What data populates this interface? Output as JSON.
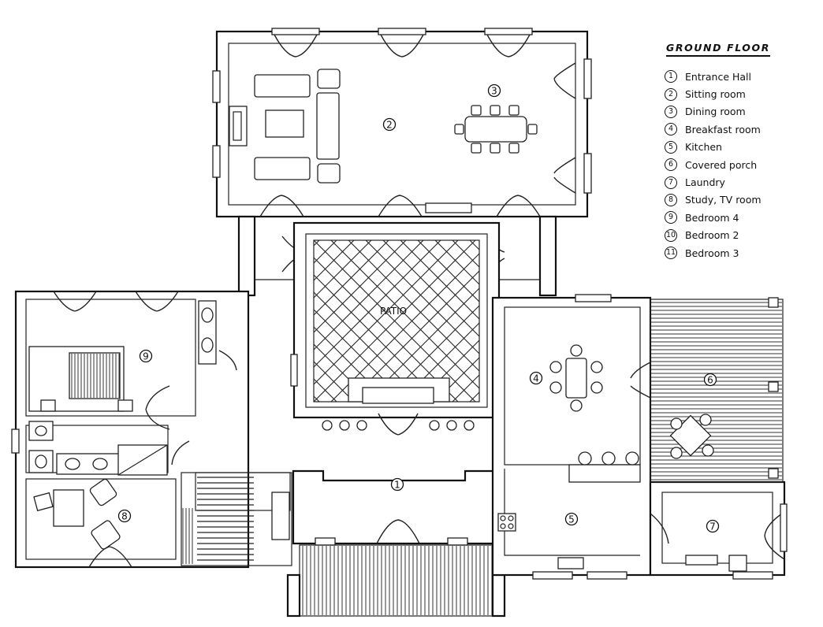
{
  "legend": {
    "title": "GROUND FLOOR",
    "items": [
      {
        "num": "1",
        "label": "Entrance Hall"
      },
      {
        "num": "2",
        "label": "Sitting room"
      },
      {
        "num": "3",
        "label": "Dining room"
      },
      {
        "num": "4",
        "label": "Breakfast room"
      },
      {
        "num": "5",
        "label": "Kitchen"
      },
      {
        "num": "6",
        "label": "Covered porch"
      },
      {
        "num": "7",
        "label": "Laundry"
      },
      {
        "num": "8",
        "label": "Study, TV room"
      },
      {
        "num": "9",
        "label": "Bedroom 4"
      },
      {
        "num": "10",
        "label": "Bedroom 2"
      },
      {
        "num": "11",
        "label": "Bedroom 3"
      }
    ]
  },
  "plan": {
    "patio_label": "PATIO",
    "room_numbers": {
      "entrance_hall": "1",
      "sitting_room": "2",
      "dining_room": "3",
      "breakfast_room": "4",
      "kitchen": "5",
      "covered_porch": "6",
      "laundry": "7",
      "study": "8",
      "bedroom4": "9"
    }
  },
  "colors": {
    "ink": "#111111",
    "paper": "#ffffff"
  }
}
